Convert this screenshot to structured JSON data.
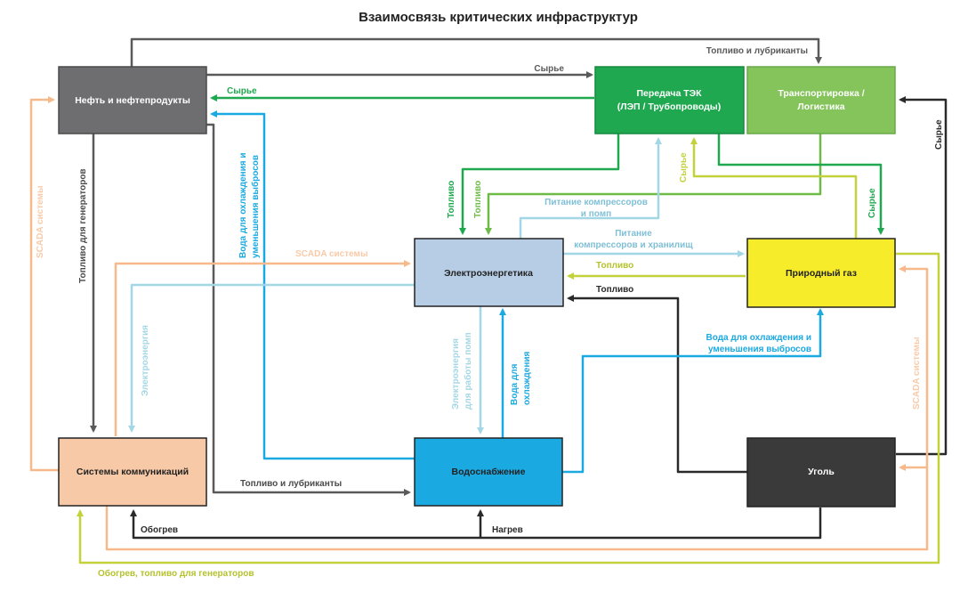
{
  "title": "Взаимосвязь критических инфраструктур",
  "colors": {
    "petroleum": "#6e6e70",
    "tek": "#1fa84f",
    "transport": "#84c45a",
    "power": "#b7cde6",
    "gas": "#f7ec2a",
    "comms": "#f7c9a6",
    "water": "#1ba9e2",
    "coal": "#3a3a3a",
    "edge_grey": "#5a5a5a",
    "edge_green": "#1fa84f",
    "edge_lightgreen": "#6dbb46",
    "edge_lightblue": "#a4d7e6",
    "edge_blue": "#1ba9e2",
    "edge_orange": "#f7b98c",
    "edge_yellowgreen": "#c3d23a",
    "edge_black": "#2a2a2a"
  },
  "nodes": {
    "petroleum": "Нефть и нефтепродукты",
    "tek_line1": "Передача ТЭК",
    "tek_line2": "(ЛЭП / Трубопроводы)",
    "transport_line1": "Транспортировка /",
    "transport_line2": "Логистика",
    "power": "Электроэнергетика",
    "gas": "Природный газ",
    "comms": "Системы коммуникаций",
    "water": "Водоснабжение",
    "coal": "Уголь"
  },
  "edges": {
    "fuel_lubricants_top": "Топливо и лубриканты",
    "raw_top": "Сырье",
    "raw_green": "Сырье",
    "fuel_generators": "Топливо для генераторов",
    "cooling_water_line1": "Вода для охлаждения и",
    "cooling_water_line2": "уменьшения выбросов",
    "fuel_tek": "Топливо",
    "fuel_transport": "Топливо",
    "compressor_power_line1": "Питание компрессоров",
    "compressor_power_line2": "и помп",
    "compressor_storage_line1": "Питание",
    "compressor_storage_line2": "компрессоров и хранилищ",
    "raw_yellow": "Сырье",
    "raw_gas": "Сырье",
    "raw_coal": "Сырье",
    "scada_top": "SCADA системы",
    "scada_left": "SCADA системы",
    "scada_right": "SCADA системы",
    "fuel_gas_power": "Топливо",
    "fuel_coal_power": "Топливо",
    "electricity": "Электроэнергия",
    "pump_power_line1": "Электроэнергия",
    "pump_power_line2": "для работы помп",
    "cooling_line1": "Вода для",
    "cooling_line2": "охлаждения",
    "cooling_gas_line1": "Вода для охлаждения и",
    "cooling_gas_line2": "уменьшения выбросов",
    "fuel_lubricants_bottom": "Топливо и лубриканты",
    "heating": "Обогрев",
    "heat": "Нагрев",
    "heating_fuel": "Обогрев, топливо для генераторов"
  }
}
